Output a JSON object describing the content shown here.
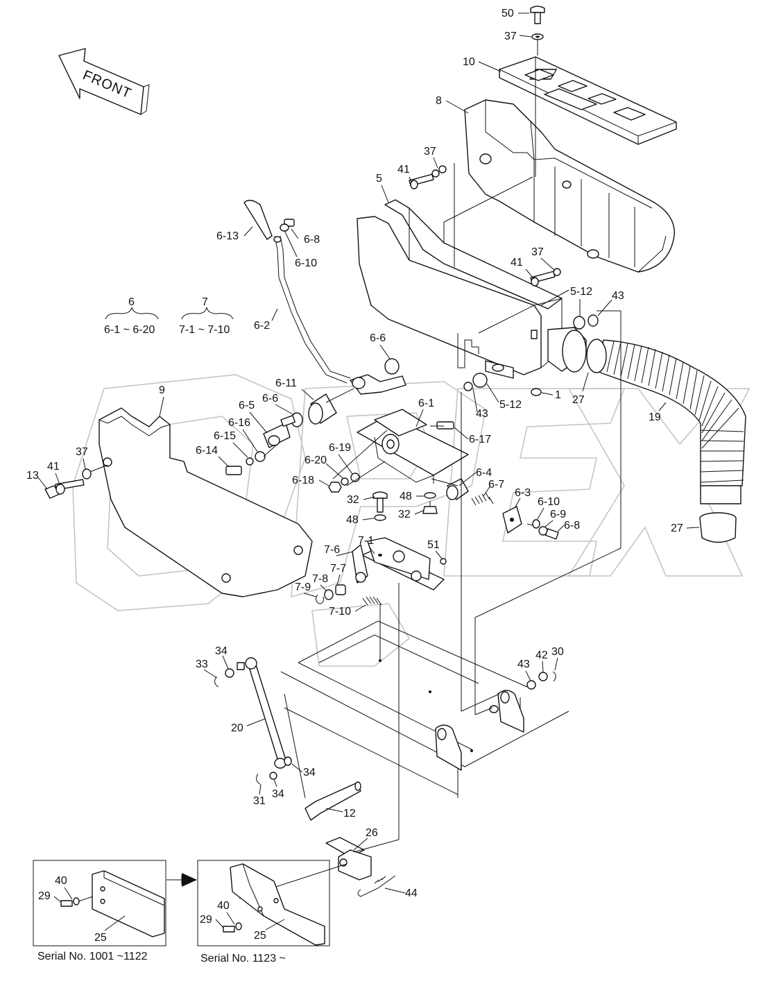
{
  "front_label": "FRONT",
  "watermark": "OPEX",
  "groups": {
    "g6": {
      "title": "6",
      "range": "6-1 ~ 6-20"
    },
    "g7": {
      "title": "7",
      "range": "7-1 ~ 7-10"
    }
  },
  "serials": {
    "left": "Serial No. 1001 ~1122",
    "right": "Serial No. 1123 ~"
  },
  "callouts": [
    "50",
    "37",
    "10",
    "8",
    "37",
    "41",
    "5",
    "6-13",
    "6-8",
    "6-10",
    "37",
    "41",
    "5-12",
    "43",
    "6",
    "7",
    "6-2",
    "6-6",
    "1",
    "27",
    "9",
    "6-11",
    "6-6",
    "6-5",
    "6-16",
    "6-15",
    "6-14",
    "37",
    "41",
    "13",
    "6-1",
    "6-17",
    "6-19",
    "6-20",
    "6-18",
    "43",
    "5-12",
    "19",
    "6-4",
    "6-7",
    "32",
    "48",
    "48",
    "32",
    "6-3",
    "6-10",
    "6-9",
    "6-8",
    "27",
    "7-1",
    "51",
    "7-6",
    "7-7",
    "7-8",
    "7-9",
    "7-10",
    "34",
    "33",
    "43",
    "42",
    "30",
    "20",
    "34",
    "31",
    "34",
    "12",
    "26",
    "44",
    "40",
    "29",
    "25",
    "40",
    "29",
    "25"
  ]
}
